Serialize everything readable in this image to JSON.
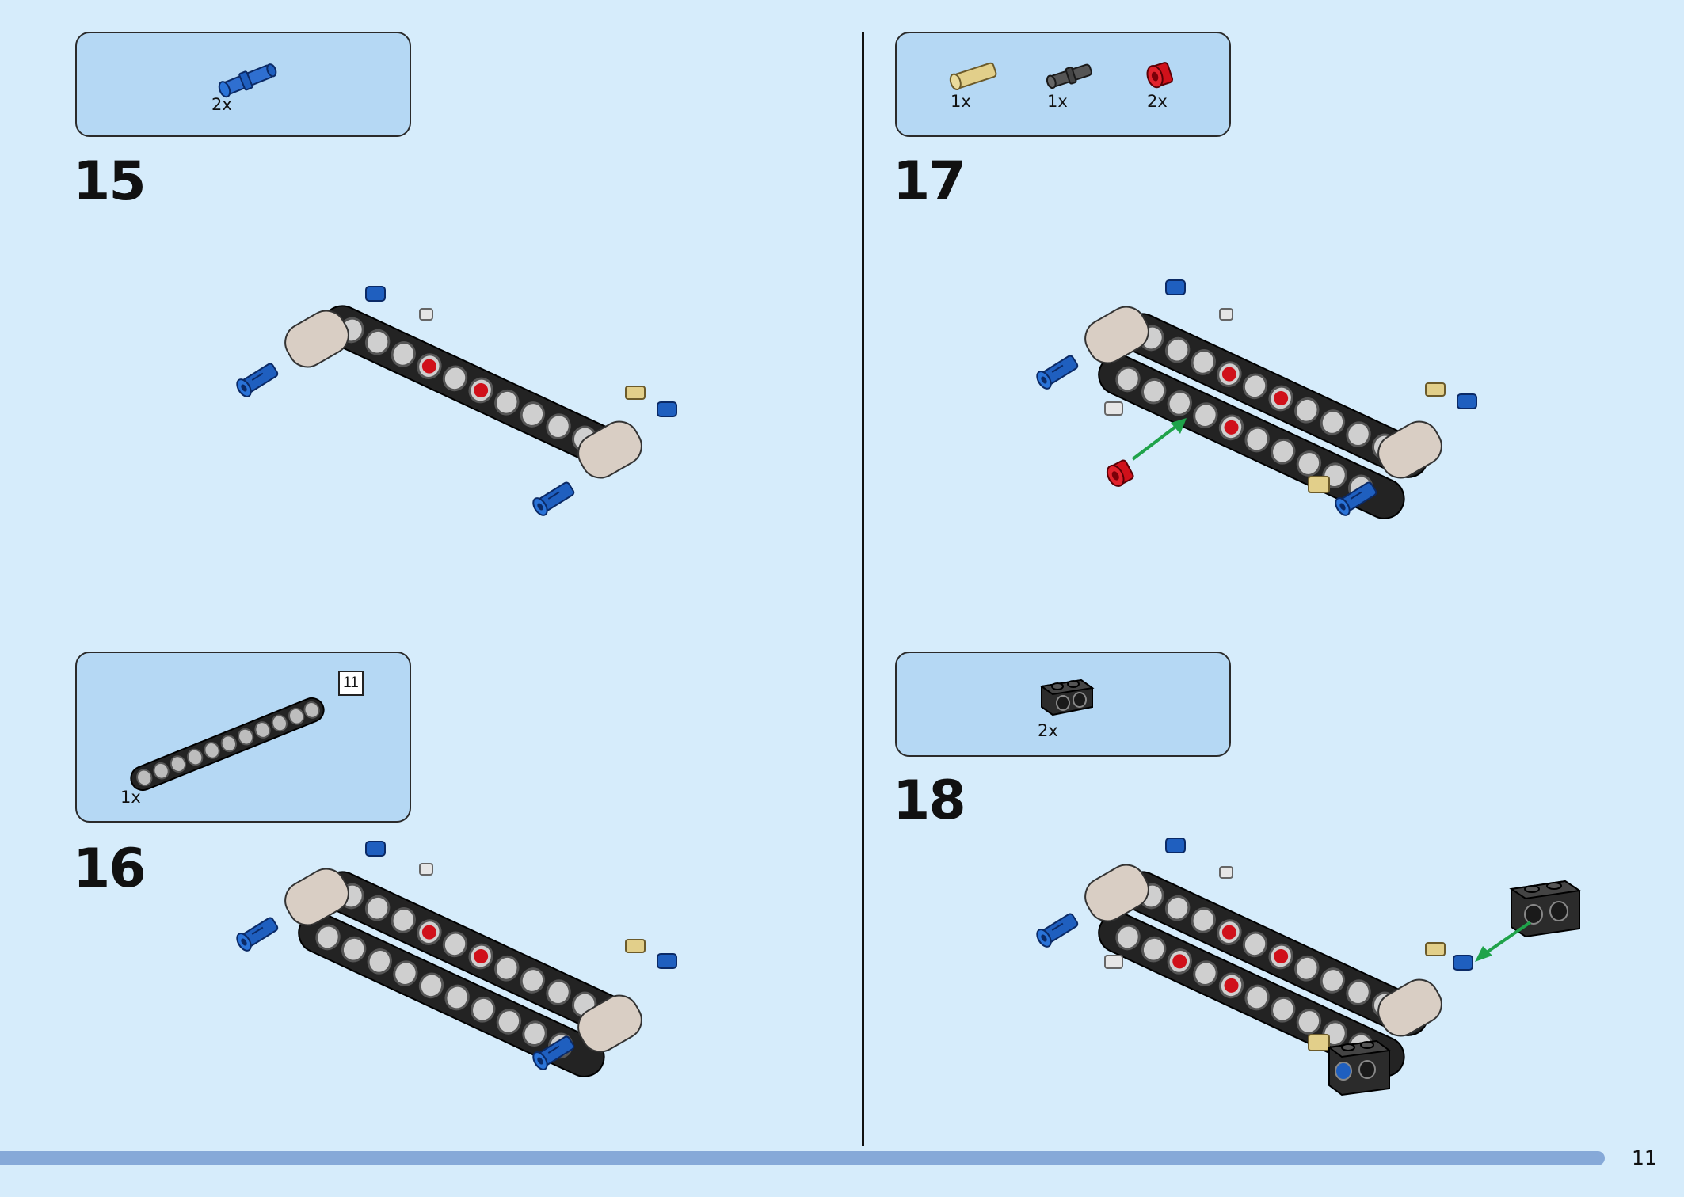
{
  "steps": [
    {
      "number": "15",
      "parts": [
        {
          "icon": "blue-axle-pin-icon",
          "qty": "2x"
        }
      ]
    },
    {
      "number": "16",
      "parts": [
        {
          "icon": "black-11-beam-icon",
          "qty": "1x",
          "length": "11"
        }
      ]
    },
    {
      "number": "17",
      "parts": [
        {
          "icon": "tan-axle-pin-icon",
          "qty": "1x"
        },
        {
          "icon": "dark-gray-pin-icon",
          "qty": "1x"
        },
        {
          "icon": "red-axle-connector-icon",
          "qty": "2x"
        }
      ]
    },
    {
      "number": "18",
      "parts": [
        {
          "icon": "black-brick-with-holes-icon",
          "qty": "2x"
        }
      ]
    }
  ],
  "page_number": "11",
  "colors": {
    "background": "#d6ecfb",
    "parts_box": "#b5d8f4",
    "footer_bar": "#86a9d8",
    "beam": "#232323",
    "hub": "#d9cec4",
    "blue_pin": "#1f5fbf",
    "red_connector": "#d0101a",
    "tan_axle": "#e2cf8a",
    "arrow": "#1fa34a"
  }
}
